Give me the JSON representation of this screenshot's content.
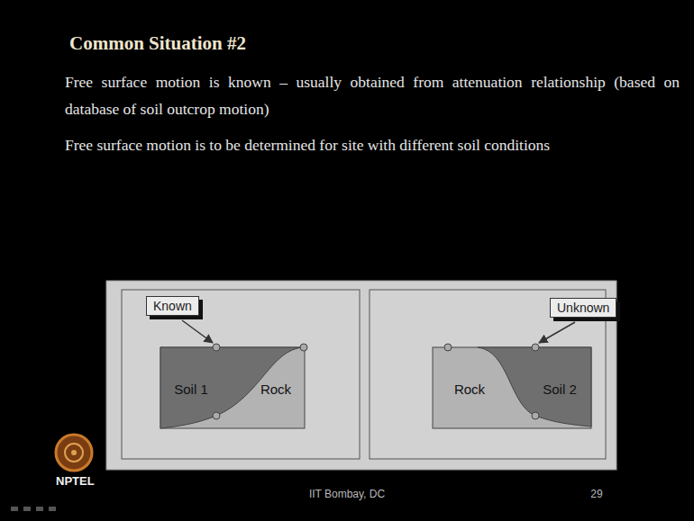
{
  "diagram": {
    "title": "Common Situation #2",
    "nodes": [
      {
        "text": [
          "Known"
        ]
      },
      {
        "text": [
          "Unknown"
        ]
      }
    ],
    "labels": [
      "Free surface motion is known – usually obtained from attenuation relationship (based on database of soil outcrop motion)",
      "Free surface motion is to be determined for site with different soil conditions",
      "Soil 1",
      "Rock",
      "Rock",
      "Soil 2",
      "NPTEL",
      "IIT Bombay, DC",
      "29"
    ]
  }
}
